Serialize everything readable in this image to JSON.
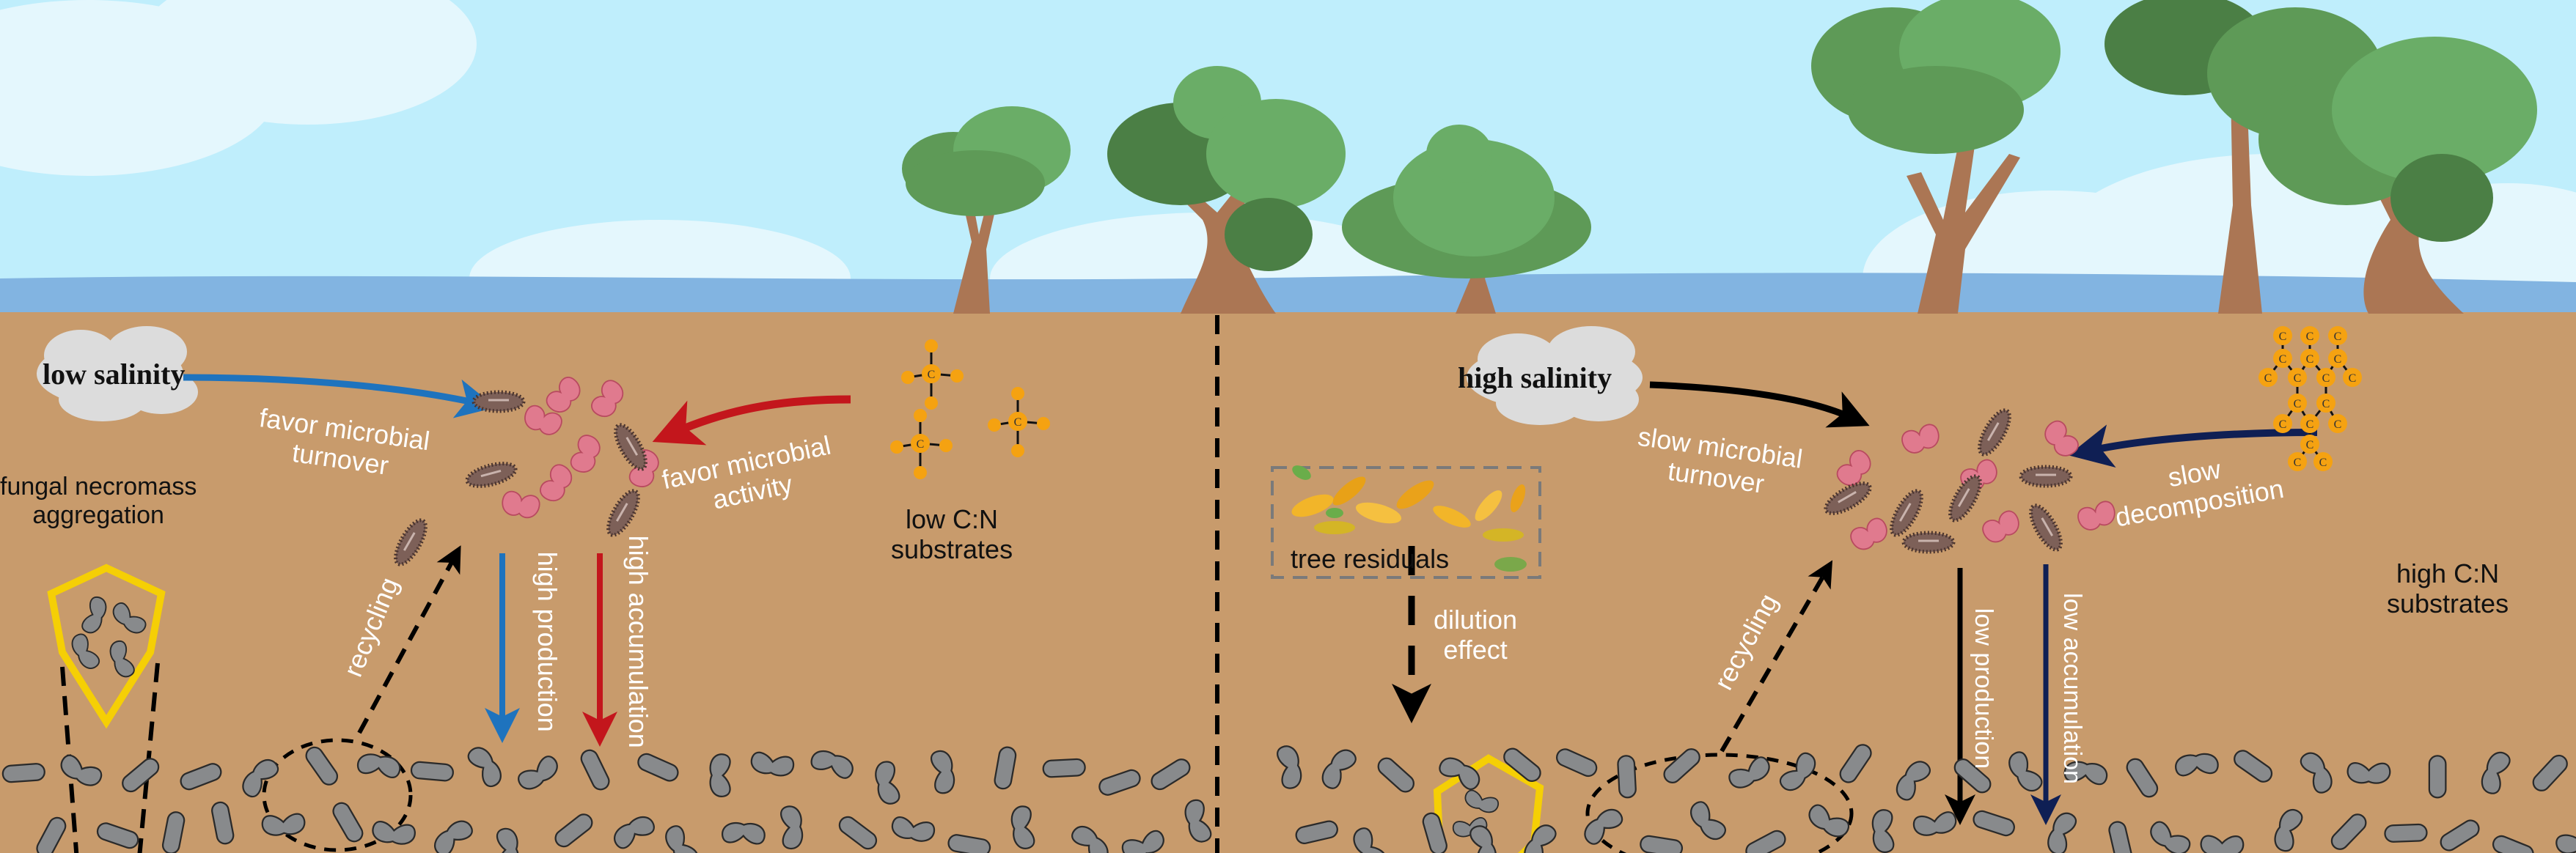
{
  "colors": {
    "sky": "#bfeefc",
    "water": "#82b4e1",
    "soil": "#c89b6c",
    "trunk": "#ab7654",
    "foliage_light": "#6aad67",
    "foliage_mid": "#5e9a57",
    "foliage_dark": "#4b7f45",
    "necromass": "#888a8c",
    "shield": "#f5cf05",
    "arrow_blue": "#1e73be",
    "arrow_red": "#c3161c",
    "arrow_navy": "#0f1f54",
    "arrow_black": "#000000",
    "substrate_node": "#f5a211",
    "microbe_pink": "#e07a8e",
    "microbe_brown": "#7d6058",
    "salinity_cloud": "#dcdcdc"
  },
  "left_panel": {
    "salinity_label": "low salinity",
    "turnover_label": [
      "favor microbial",
      "turnover"
    ],
    "activity_label": [
      "favor microbial",
      "activity"
    ],
    "substrate_label": [
      "low C:N",
      "substrates"
    ],
    "fungal_label": [
      "fungal necromass",
      "aggregation"
    ],
    "recycling_label": "recycling",
    "production_label": "high production",
    "accumulation_label": "high accumulation"
  },
  "right_panel": {
    "salinity_label": "high salinity",
    "turnover_label": [
      "slow microbial",
      "turnover"
    ],
    "decomposition_label": [
      "slow",
      "decomposition"
    ],
    "substrate_label": [
      "high C:N",
      "substrates"
    ],
    "residuals_label": "tree residuals",
    "dilution_label": [
      "dilution",
      "effect"
    ],
    "recycling_label": "recycling",
    "production_label": "low production",
    "accumulation_label": "low accumulation"
  },
  "icons": {
    "substrate_atom_symbol": "C"
  }
}
